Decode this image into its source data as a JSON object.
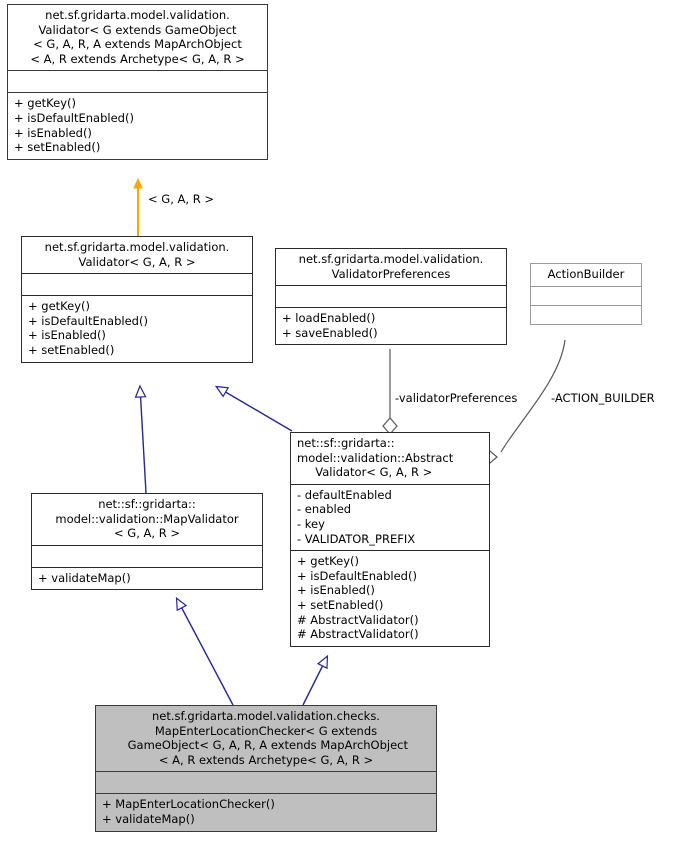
{
  "diagram": {
    "title": "UML class inheritance diagram",
    "background": "#ffffff",
    "colors": {
      "generalization_orange": "#ffa500",
      "generalization_blue": "#26268c",
      "aggregation_gray": "#585858",
      "box_border": "#2b2b2b",
      "box_fill": "#ffffff",
      "highlight_fill": "#bfbfbf",
      "light_border": "#9a9a9a"
    }
  },
  "classes": {
    "validator_full": {
      "title": "net.sf.gridarta.model.validation.\nValidator< G extends GameObject\n< G, A, R, A extends MapArchObject\n< A, R extends Archetype< G, A, R >",
      "attributes": "",
      "operations": "+ getKey()\n+ isDefaultEnabled()\n+ isEnabled()\n+ setEnabled()"
    },
    "validator_gar": {
      "title": "net.sf.gridarta.model.validation.\nValidator< G, A, R >",
      "attributes": "",
      "operations": "+ getKey()\n+ isDefaultEnabled()\n+ isEnabled()\n+ setEnabled()"
    },
    "validator_preferences": {
      "title": "net.sf.gridarta.model.validation.\nValidatorPreferences",
      "attributes": "",
      "operations": "+ loadEnabled()\n+ saveEnabled()"
    },
    "action_builder": {
      "title": "ActionBuilder",
      "attributes": "",
      "operations": ""
    },
    "abstract_validator": {
      "title": "net::sf::gridarta::\nmodel::validation::Abstract\n     Validator< G, A, R >",
      "attributes": "- defaultEnabled\n- enabled\n- key\n- VALIDATOR_PREFIX",
      "operations": "+ getKey()\n+ isDefaultEnabled()\n+ isEnabled()\n+ setEnabled()\n# AbstractValidator()\n# AbstractValidator()"
    },
    "map_validator": {
      "title": "net::sf::gridarta::\nmodel::validation::MapValidator\n< G, A, R >",
      "attributes": "",
      "operations": "+ validateMap()"
    },
    "map_enter_location_checker": {
      "title": "net.sf.gridarta.model.validation.checks.\nMapEnterLocationChecker< G extends\n GameObject< G, A, R, A extends MapArchObject\n< A, R extends Archetype< G, A, R >",
      "attributes": "",
      "operations": "+ MapEnterLocationChecker()\n+ validateMap()"
    }
  },
  "edge_labels": {
    "type_params": "< G, A, R >",
    "validator_preferences_role": "-validatorPreferences",
    "action_builder_role": "-ACTION_BUILDER"
  }
}
